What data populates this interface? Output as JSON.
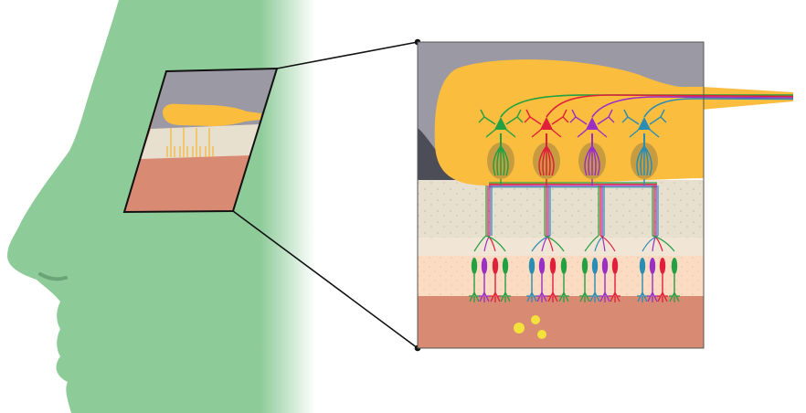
{
  "colors": {
    "skin": "#8dcb99",
    "nostril": "#6aa477",
    "bone": "#9b99a4",
    "bulb": "#fbbd3d",
    "cribriform": "#4d4d58",
    "lamina": "#e8e0cf",
    "basal": "#f1e6d6",
    "epithelium": "#fbdcc2",
    "mucus": "#d88a72",
    "odorant": "#f2e23a",
    "glomerulus": "#c79b3f",
    "outline": "#111111"
  },
  "receptor_types": [
    {
      "name": "green-receptor",
      "color": "#23a042"
    },
    {
      "name": "red-receptor",
      "color": "#e01f3a"
    },
    {
      "name": "purple-receptor",
      "color": "#9a2fc6"
    },
    {
      "name": "blue-receptor",
      "color": "#2a8db4"
    }
  ],
  "icons": {
    "face": "face-profile-icon",
    "neuron": "neuron-icon",
    "odorant": "odorant-molecule-icon"
  }
}
